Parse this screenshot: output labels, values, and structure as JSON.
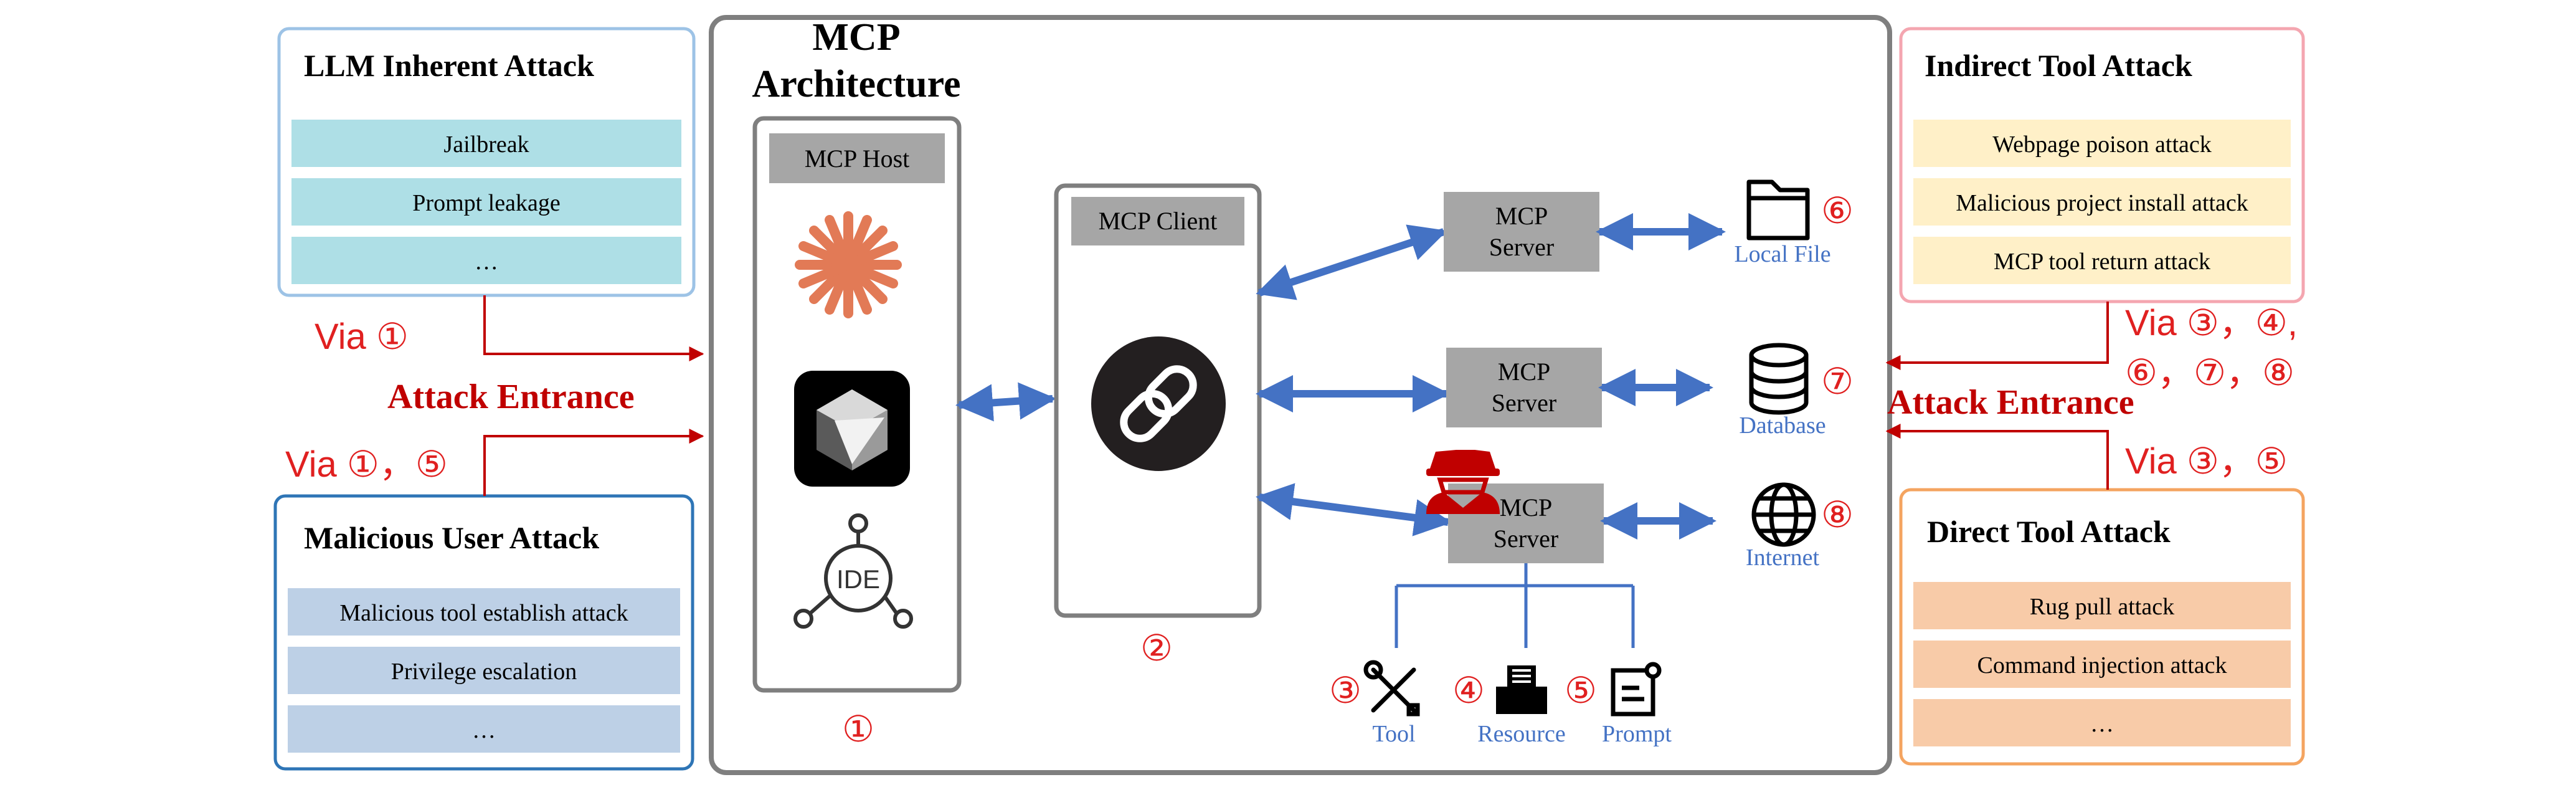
{
  "architecture": {
    "title_line1": "MCP",
    "title_line2": "Architecture",
    "host_label": "MCP Host",
    "client_label": "MCP Client",
    "server_label_line1": "MCP",
    "server_label_line2": "Server",
    "host_marker": "①",
    "client_marker": "②",
    "ide_label": "IDE"
  },
  "resources": [
    {
      "label": "Local File",
      "marker": "⑥",
      "icon": "folder-icon"
    },
    {
      "label": "Database",
      "marker": "⑦",
      "icon": "database-icon"
    },
    {
      "label": "Internet",
      "marker": "⑧",
      "icon": "globe-icon"
    }
  ],
  "capabilities": [
    {
      "label": "Tool",
      "marker": "③",
      "icon": "tools-icon"
    },
    {
      "label": "Resource",
      "marker": "④",
      "icon": "printer-icon"
    },
    {
      "label": "Prompt",
      "marker": "⑤",
      "icon": "prompt-icon"
    }
  ],
  "llm_inherent": {
    "title": "LLM Inherent Attack",
    "items": [
      "Jailbreak",
      "Prompt leakage",
      "…"
    ],
    "via": "Via ①"
  },
  "malicious_user": {
    "title": "Malicious User Attack",
    "items": [
      "Malicious tool establish attack",
      "Privilege escalation",
      "…"
    ],
    "via": "Via ①，⑤"
  },
  "indirect_tool": {
    "title": "Indirect Tool Attack",
    "items": [
      "Webpage poison attack",
      "Malicious project install attack",
      "MCP tool return attack"
    ],
    "via_line1": "Via ③，④,",
    "via_line2": "⑥，⑦，⑧"
  },
  "direct_tool": {
    "title": "Direct Tool Attack",
    "items": [
      "Rug pull attack",
      "Command injection attack",
      "…"
    ],
    "via": "Via ③，⑤"
  },
  "attack_entrance": "Attack Entrance",
  "colors": {
    "arrow_blue": "#4472c4",
    "attack_red": "#c00000",
    "marker_red": "#e02020",
    "server_gray": "#a6a6a6",
    "llm_border": "#9dc3e6",
    "llm_item": "#aedfe6",
    "user_border": "#2e75b6",
    "user_item": "#bdd0e6",
    "indirect_border": "#f4a6b0",
    "indirect_item": "#fff0c8",
    "direct_border": "#f4a460",
    "direct_item": "#f8cba8"
  }
}
